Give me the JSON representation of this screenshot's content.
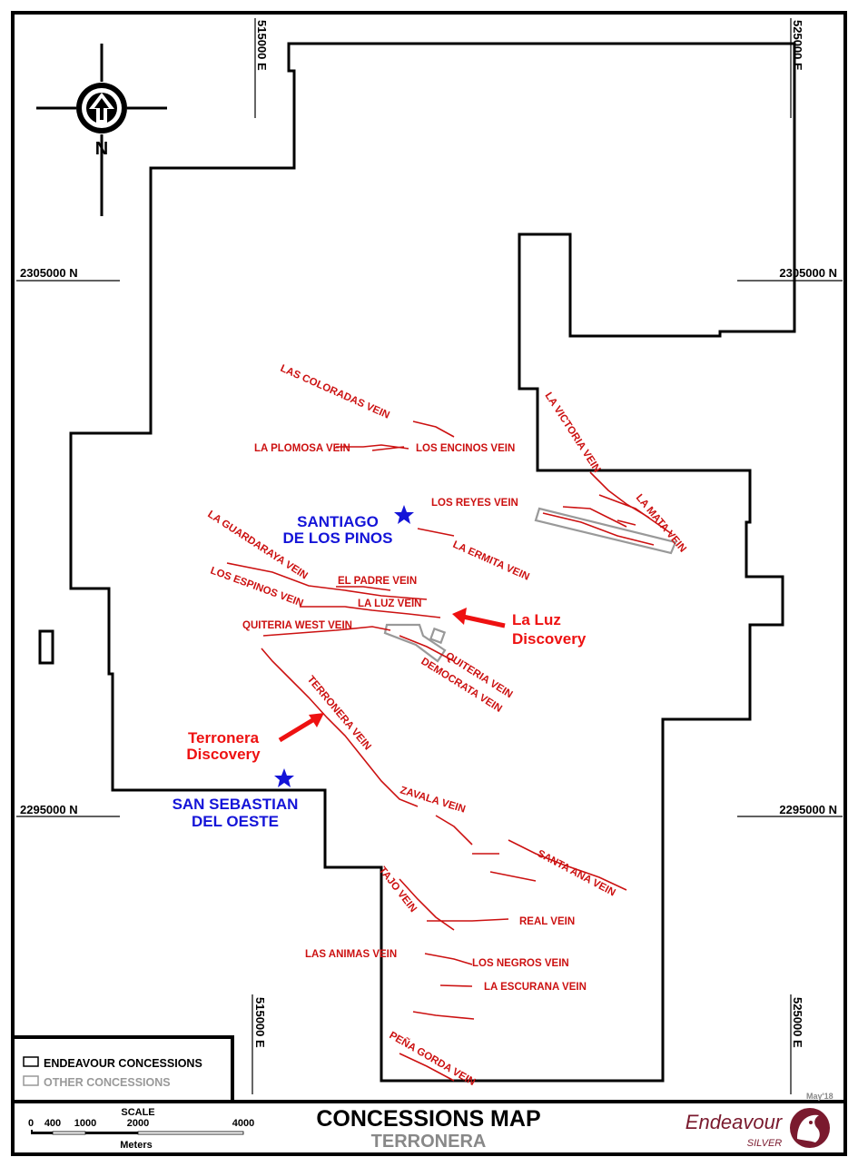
{
  "map": {
    "title": "CONCESSIONS MAP",
    "subtitle": "TERRONERA",
    "date": "May'18",
    "company": {
      "name": "Endeavour",
      "tagline": "SILVER"
    },
    "north_arrow": "N",
    "grid": {
      "e_left_top": "515000 E",
      "e_right_top": "525000 E",
      "e_left_bottom": "515000 E",
      "e_right_bottom": "525000 E",
      "n_upper_left": "2305000 N",
      "n_upper_right": "2305000 N",
      "n_lower_left": "2295000 N",
      "n_lower_right": "2295000 N"
    },
    "scale": {
      "label": "SCALE",
      "unit": "Meters",
      "ticks": [
        "0",
        "400",
        "1000",
        "2000",
        "4000"
      ]
    },
    "legend": [
      {
        "label": "ENDEAVOUR CONCESSIONS",
        "color": "#000000"
      },
      {
        "label": "OTHER CONCESSIONS",
        "color": "#999999"
      }
    ],
    "towns": [
      {
        "line1": "SANTIAGO",
        "line2": "DE LOS PINOS"
      },
      {
        "line1": "SAN SEBASTIAN",
        "line2": "DEL OESTE"
      }
    ],
    "discoveries": [
      {
        "line1": "La Luz",
        "line2": "Discovery"
      },
      {
        "line1": "Terronera",
        "line2": "Discovery"
      }
    ],
    "veins": {
      "las_coloradas": "LAS COLORADAS VEIN",
      "la_plomosa": "LA PLOMOSA VEIN",
      "los_encinos": "LOS ENCINOS VEIN",
      "la_victoria": "LA VICTORIA VEIN",
      "la_mata": "LA MATA VEIN",
      "los_reyes": "LOS REYES VEIN",
      "la_ermita": "LA ERMITA VEIN",
      "la_guardaraya": "LA GUARDARAYA VEIN",
      "el_padre": "EL PADRE VEIN",
      "los_espinos": "LOS ESPINOS VEIN",
      "la_luz": "LA LUZ  VEIN",
      "quiteria_west": "QUITERIA WEST VEIN",
      "quiteria": "QUITERIA VEIN",
      "democrata": "DEMOCRATA VEIN",
      "terronera": "TERRONERA VEIN",
      "zavala": "ZAVALA VEIN",
      "santa_ana": "SANTA ANA VEIN",
      "tajo": "TAJO VEIN",
      "real": "REAL VEIN",
      "las_animas": "LAS ANIMAS VEIN",
      "los_negros": "LOS NEGROS VEIN",
      "la_escurana": "LA ESCURANA VEIN",
      "pena_gorda": "PEÑA GORDA VEIN"
    },
    "colors": {
      "vein": "#cc1111",
      "town": "#1414d8",
      "discovery": "#ee1111",
      "boundary": "#000000",
      "other_concession": "#999999",
      "brand": "#7a1a2e"
    }
  }
}
